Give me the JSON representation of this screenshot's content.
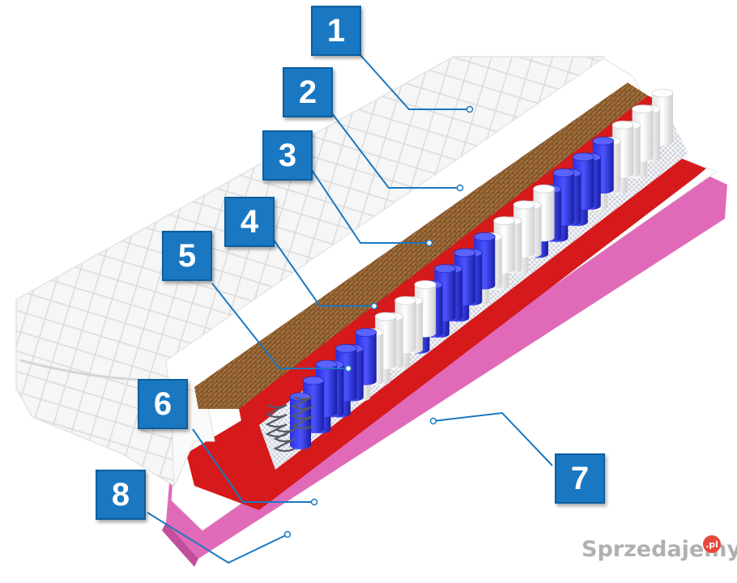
{
  "labels": [
    "1",
    "2",
    "3",
    "4",
    "5",
    "6",
    "7",
    "8"
  ],
  "watermark": {
    "text": "Sprzedajemy",
    "suffix": ".pl"
  },
  "colors": {
    "label_fill": "#1a78c2",
    "cover_white": "#f4f4f4",
    "coconut": "#8a5a2b",
    "felt_red": "#d6191b",
    "pocket_blue": "#2a2fd0",
    "pocket_white": "#fafafa",
    "foam_pink": "#e06ab8"
  }
}
